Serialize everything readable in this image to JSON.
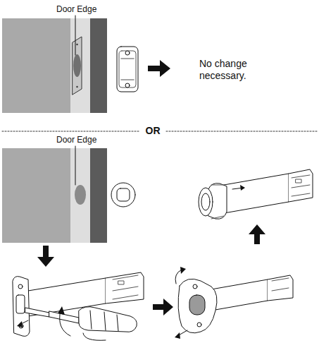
{
  "diagram": {
    "labels": [
      "Door Edge",
      "No change necessary.",
      "OR",
      "Door Edge"
    ]
  }
}
